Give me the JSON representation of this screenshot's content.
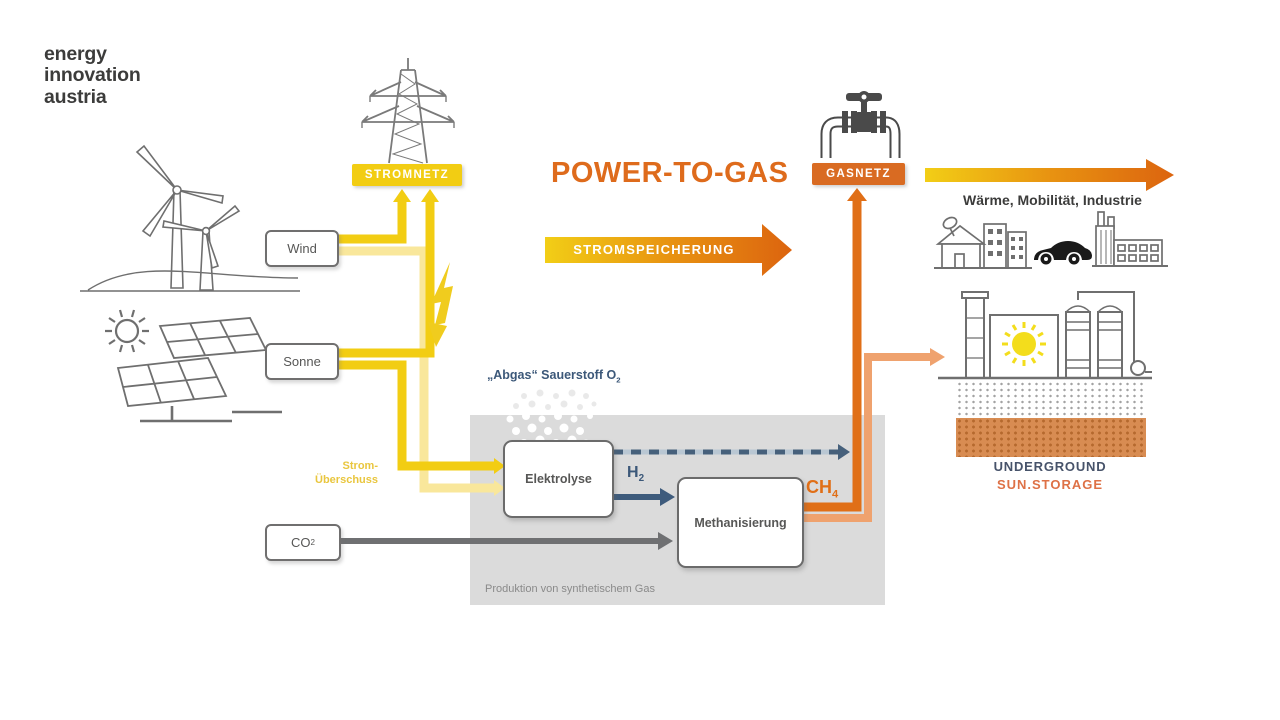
{
  "logo": {
    "line1": "energy",
    "line2": "innovation",
    "line3": "austria"
  },
  "title": "POWER-TO-GAS",
  "banners": {
    "stromnetz": "STROMNETZ",
    "gasnetz": "GASNETZ",
    "stromspeicherung": "STROMSPEICHERUNG"
  },
  "sources": {
    "wind": "Wind",
    "sonne": "Sonne"
  },
  "inputs": {
    "co2": "CO",
    "co2_sub": "2",
    "surplus1": "Strom-",
    "surplus2": "Überschuss"
  },
  "process": {
    "abgas": "„Abgas“ Sauerstoff O",
    "abgas_sub": "2",
    "elektrolyse": "Elektrolyse",
    "methanisierung": "Methanisierung",
    "h2": "H",
    "h2_sub": "2",
    "ch4": "CH",
    "ch4_sub": "4",
    "caption": "Produktion von synthetischem Gas"
  },
  "usage": {
    "caption": "Wärme, Mobilität, Industrie"
  },
  "storage": {
    "line1": "UNDERGROUND",
    "line2": "SUN.STORAGE"
  },
  "colors": {
    "yellow": "#F2CD13",
    "pale_yellow": "#F9E79B",
    "title_orange": "#DE6B1C",
    "gasnetz_orange": "#D96B22",
    "flow_orange": "#E06F17",
    "salmon": "#EFA26E",
    "navy": "#3E5B7C",
    "line_gray": "#6F7072",
    "panel_gray": "#DBDBDB",
    "text_gray": "#575756",
    "underground_text": "#47536A",
    "sunstorage_text": "#DE7146"
  }
}
